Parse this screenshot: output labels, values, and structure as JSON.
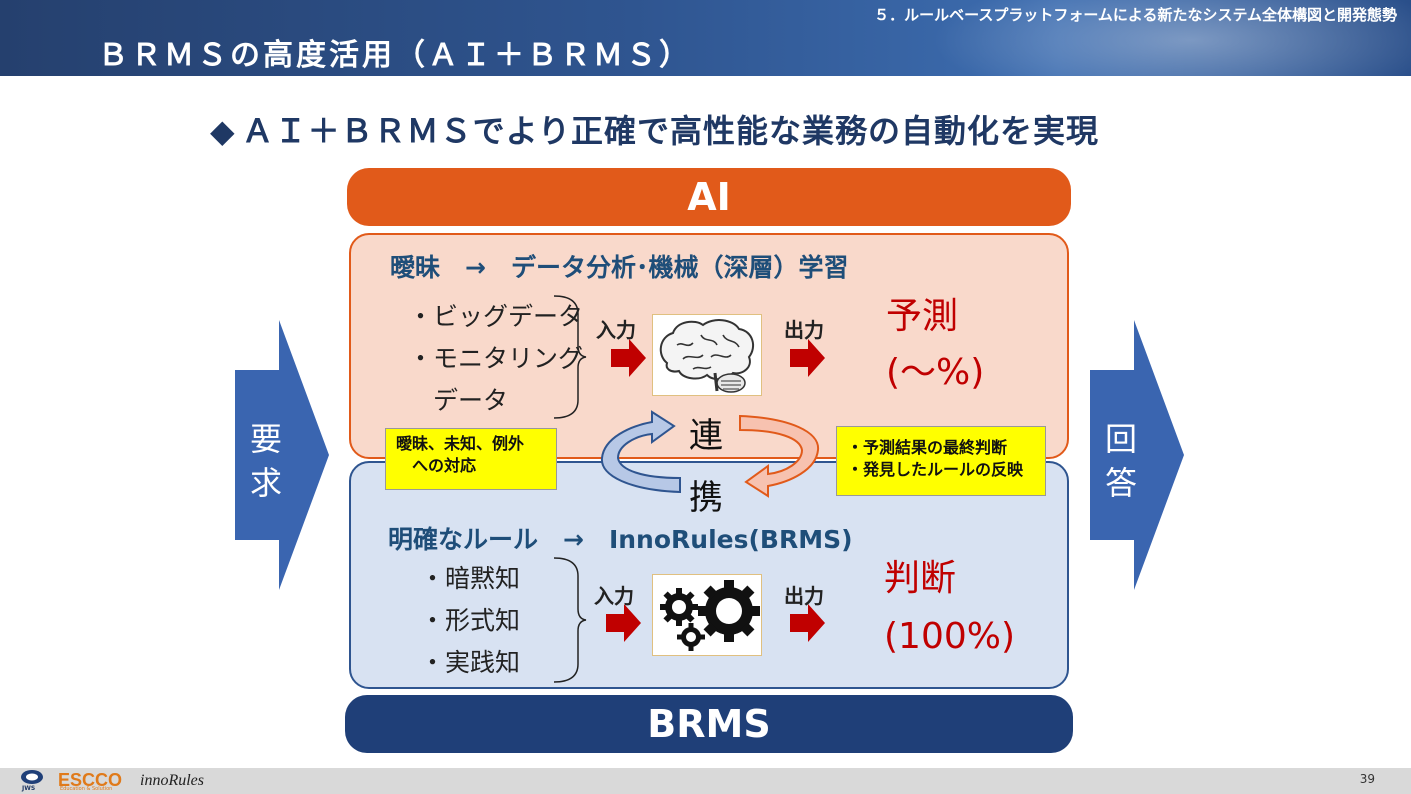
{
  "header": {
    "section_title": "５．ルールベースプラットフォームによる新たなシステム全体構図と開発態勢",
    "slide_title": "ＢＲＭＳの高度活用（ＡＩ＋ＢＲＭＳ）"
  },
  "headline": {
    "bullet": "◆",
    "text": "ＡＩ＋ＢＲＭＳでより正確で高性能な業務の自動化を実現"
  },
  "left_arrow": {
    "label_1": "要",
    "label_2": "求"
  },
  "right_arrow": {
    "label_1": "回",
    "label_2": "答"
  },
  "ai": {
    "bar_label": "AI",
    "heading": "曖昧　→　データ分析･機械（深層）学習",
    "inputs": [
      "・ビッグデータ",
      "・モニタリング",
      "　データ"
    ],
    "input_label": "入力",
    "output_label": "出力",
    "image_icon": "brain-icon",
    "result_1": "予測",
    "result_2": "(～%)"
  },
  "brms": {
    "bar_label": "BRMS",
    "heading": "明確なルール　→　InnoRules(BRMS)",
    "inputs": [
      "・暗黙知",
      "・形式知",
      "・実践知"
    ],
    "input_label": "入力",
    "output_label": "出力",
    "image_icon": "gears-icon",
    "result_1": "判断",
    "result_2": "(100%)"
  },
  "link": {
    "char_1": "連",
    "char_2": "携"
  },
  "notes": {
    "left_line_1": "曖昧、未知、例外",
    "left_line_2": "　への対応",
    "right_line_1": "・予測結果の最終判断",
    "right_line_2": "・発見したルールの反映"
  },
  "footer": {
    "page_number": "39",
    "logo_jws": "JWS",
    "logo_escco": "ESCCO",
    "logo_escco_sub": "Education & Solution",
    "logo_inno": "innoRules"
  },
  "colors": {
    "ai_orange": "#e15a1a",
    "brms_navy": "#1f3f78",
    "arrow_blue": "#3a65b0",
    "result_red": "#c00000",
    "note_yellow": "#ffff00"
  }
}
